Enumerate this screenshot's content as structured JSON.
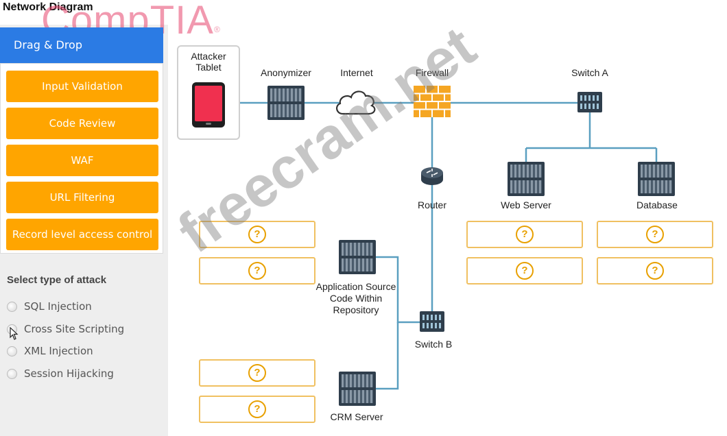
{
  "header": {
    "title": "Network Diagram",
    "logo_text": "CompTIA",
    "logo_mark": "®"
  },
  "sidebar": {
    "dragdrop_title": "Drag & Drop",
    "options": [
      "Input Validation",
      "Code Review",
      "WAF",
      "URL Filtering",
      "Record level access control"
    ],
    "attack_section_title": "Select type of attack",
    "attack_types": [
      "SQL Injection",
      "Cross Site Scripting",
      "XML Injection",
      "Session Hijacking"
    ]
  },
  "diagram": {
    "nodes": {
      "attacker": "Attacker Tablet",
      "anonymizer": "Anonymizer",
      "internet": "Internet",
      "firewall": "Firewall",
      "switch_a": "Switch A",
      "router": "Router",
      "web_server": "Web Server",
      "database": "Database",
      "app_source": "Application Source Code Within Repository",
      "switch_b": "Switch B",
      "crm_server": "CRM Server"
    },
    "drop_placeholder": "?"
  },
  "watermark": "freecram.net",
  "colors": {
    "accent_blue": "#2b7be4",
    "option_orange": "#ffa500",
    "drop_border": "#f0c060",
    "line_blue": "#5a9fc0",
    "firewall_orange": "#f5a623"
  }
}
